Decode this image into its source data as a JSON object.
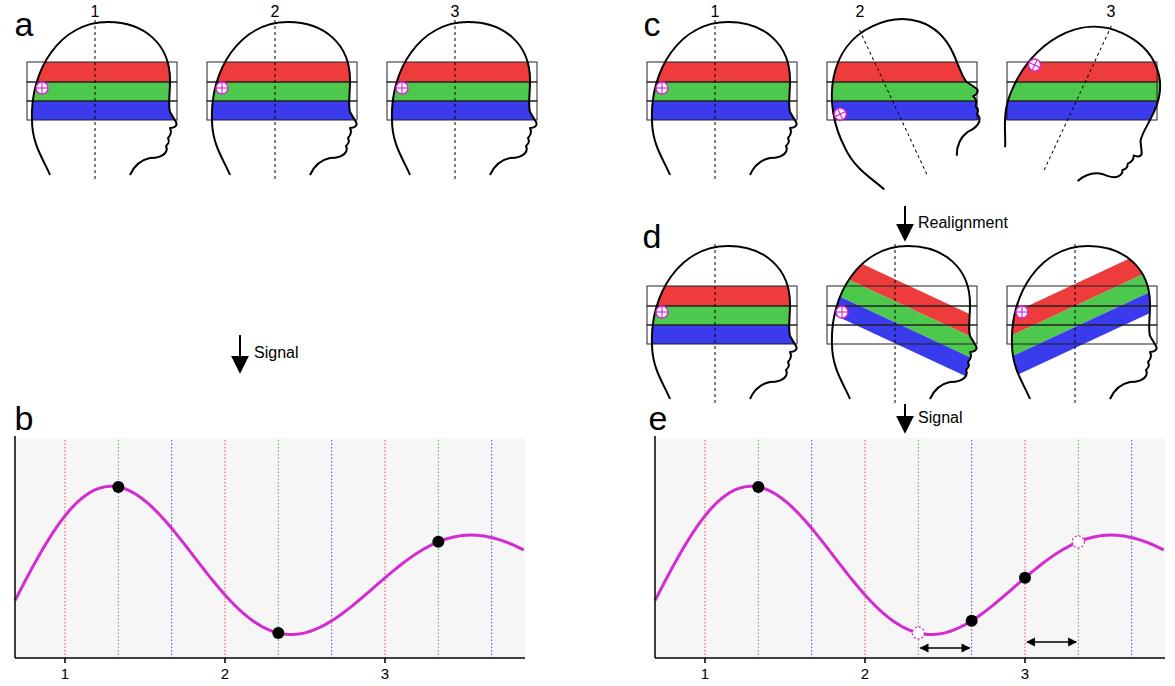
{
  "diagram": {
    "labels": [
      "a",
      "1",
      "2",
      "3",
      "c",
      "1",
      "2",
      "3",
      "d",
      "Realignment",
      "Signal",
      "b",
      "1",
      "2",
      "3",
      "e",
      "Signal",
      "1",
      "2",
      "3"
    ]
  }
}
